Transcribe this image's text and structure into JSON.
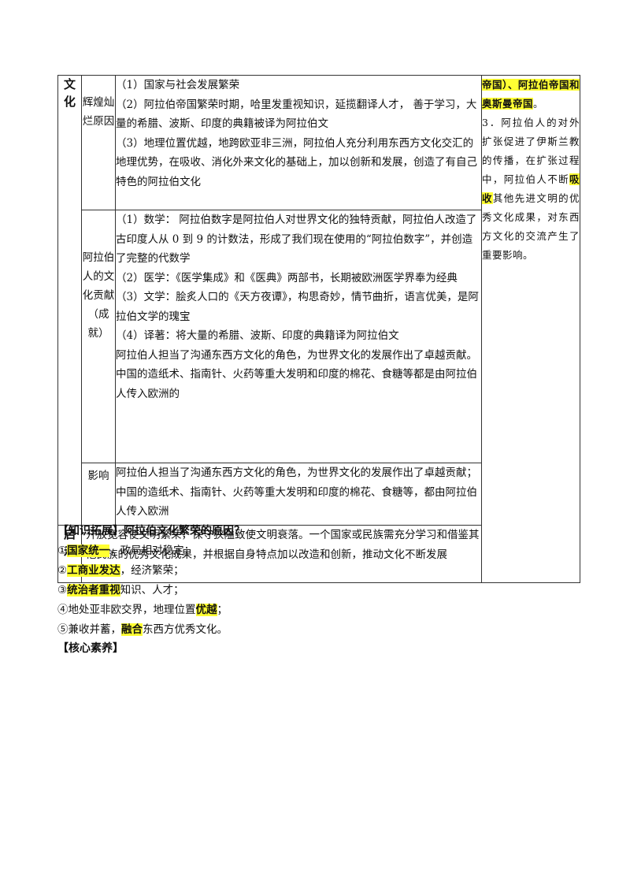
{
  "table": {
    "rows": [
      {
        "category": "",
        "subhead": "辉煌灿烂原因",
        "lines": [
          "（1）国家与社会发展繁荣",
          "（2）阿拉伯帝国繁荣时期，哈里发重视知识，延揽翻译人才， 善于学习，大量的希腊、波斯、印度的典籍被译为阿拉伯文",
          "（3）地理位置优越，地跨欧亚非三洲，阿拉伯人充分利用东西方文化交汇的地理优势，在吸收、消化外来文化的基础上，加以创新和发展，创造了有自己特色的阿拉伯文化"
        ]
      },
      {
        "subhead": "阿拉伯人的文化贡献（成就）",
        "lines": [
          "（1）数学： 阿拉伯数字是阿拉伯人对世界文化的独特贡献，阿拉伯人改造了古印度人从 0 到 9 的计数法，形成了我们现在使用的“阿拉伯数字”，并创造了完整的代数学",
          "（2）医学：《医学集成》和《医典》两部书，长期被欧洲医学界奉为经典",
          "（3）文学：脍炙人口的《天方夜谭》，构思奇妙，情节曲折，语言优美，是阿拉伯文学的瑰宝",
          "（4）译著：将大量的希腊、波斯、印度的典籍译为阿拉伯文",
          "阿拉伯人担当了沟通东西方文化的角色，为世界文化的发展作出了卓越贡献。中国的造纸术、指南针、火药等重大发明和印度的棉花、食糖等都是由阿拉伯人传入欧洲的"
        ]
      },
      {
        "subhead": "影响",
        "lines": [
          "阿拉伯人担当了沟通东西方文化的角色，为世界文化的发展作出了卓越贡献；中国的造纸术、指南针、火药等重大发明和印度的棉花、食糖等，都由阿拉伯人传入欧洲"
        ]
      }
    ],
    "culture_label": "文化",
    "inspire_label": "启示",
    "inspire_text": "开放宽容使文明繁荣，保守狭隘致使文明衰落。一个国家或民族需充分学习和借鉴其他民族的优秀文化成果，并根据自身特点加以改造和创新，推动文化不断发展",
    "side": {
      "hl1": "帝国）、阿拉伯帝国和奥斯曼帝国",
      "t1": "。",
      "t2": "3．阿拉伯人的对外扩张促进了伊斯兰教的传播，在扩张过程中，阿拉伯人不断",
      "hl2": "吸收",
      "t3": "其他先进文明的优秀文化成果，对东西方文化的交流产生了重要影响。"
    }
  },
  "expansion": {
    "heading": "【知识拓展】阿拉伯文化繁荣的原因？",
    "items": [
      {
        "num": "①",
        "hl": "国家统一",
        "rest": "，政局相对稳定；"
      },
      {
        "num": "②",
        "hl": "工商业发达",
        "rest": "，经济繁荣；"
      },
      {
        "num": "③",
        "hl": "统治者重视",
        "rest": "知识、人才；"
      },
      {
        "num": "④",
        "pre": "地处亚非欧交界，地理位置",
        "hl": "优越",
        "rest": "；"
      },
      {
        "num": "⑤",
        "pre": "兼收并蓄，",
        "hl": "融合",
        "rest": "东西方优秀文化。"
      }
    ]
  },
  "core": {
    "heading": "【核心素养】"
  }
}
